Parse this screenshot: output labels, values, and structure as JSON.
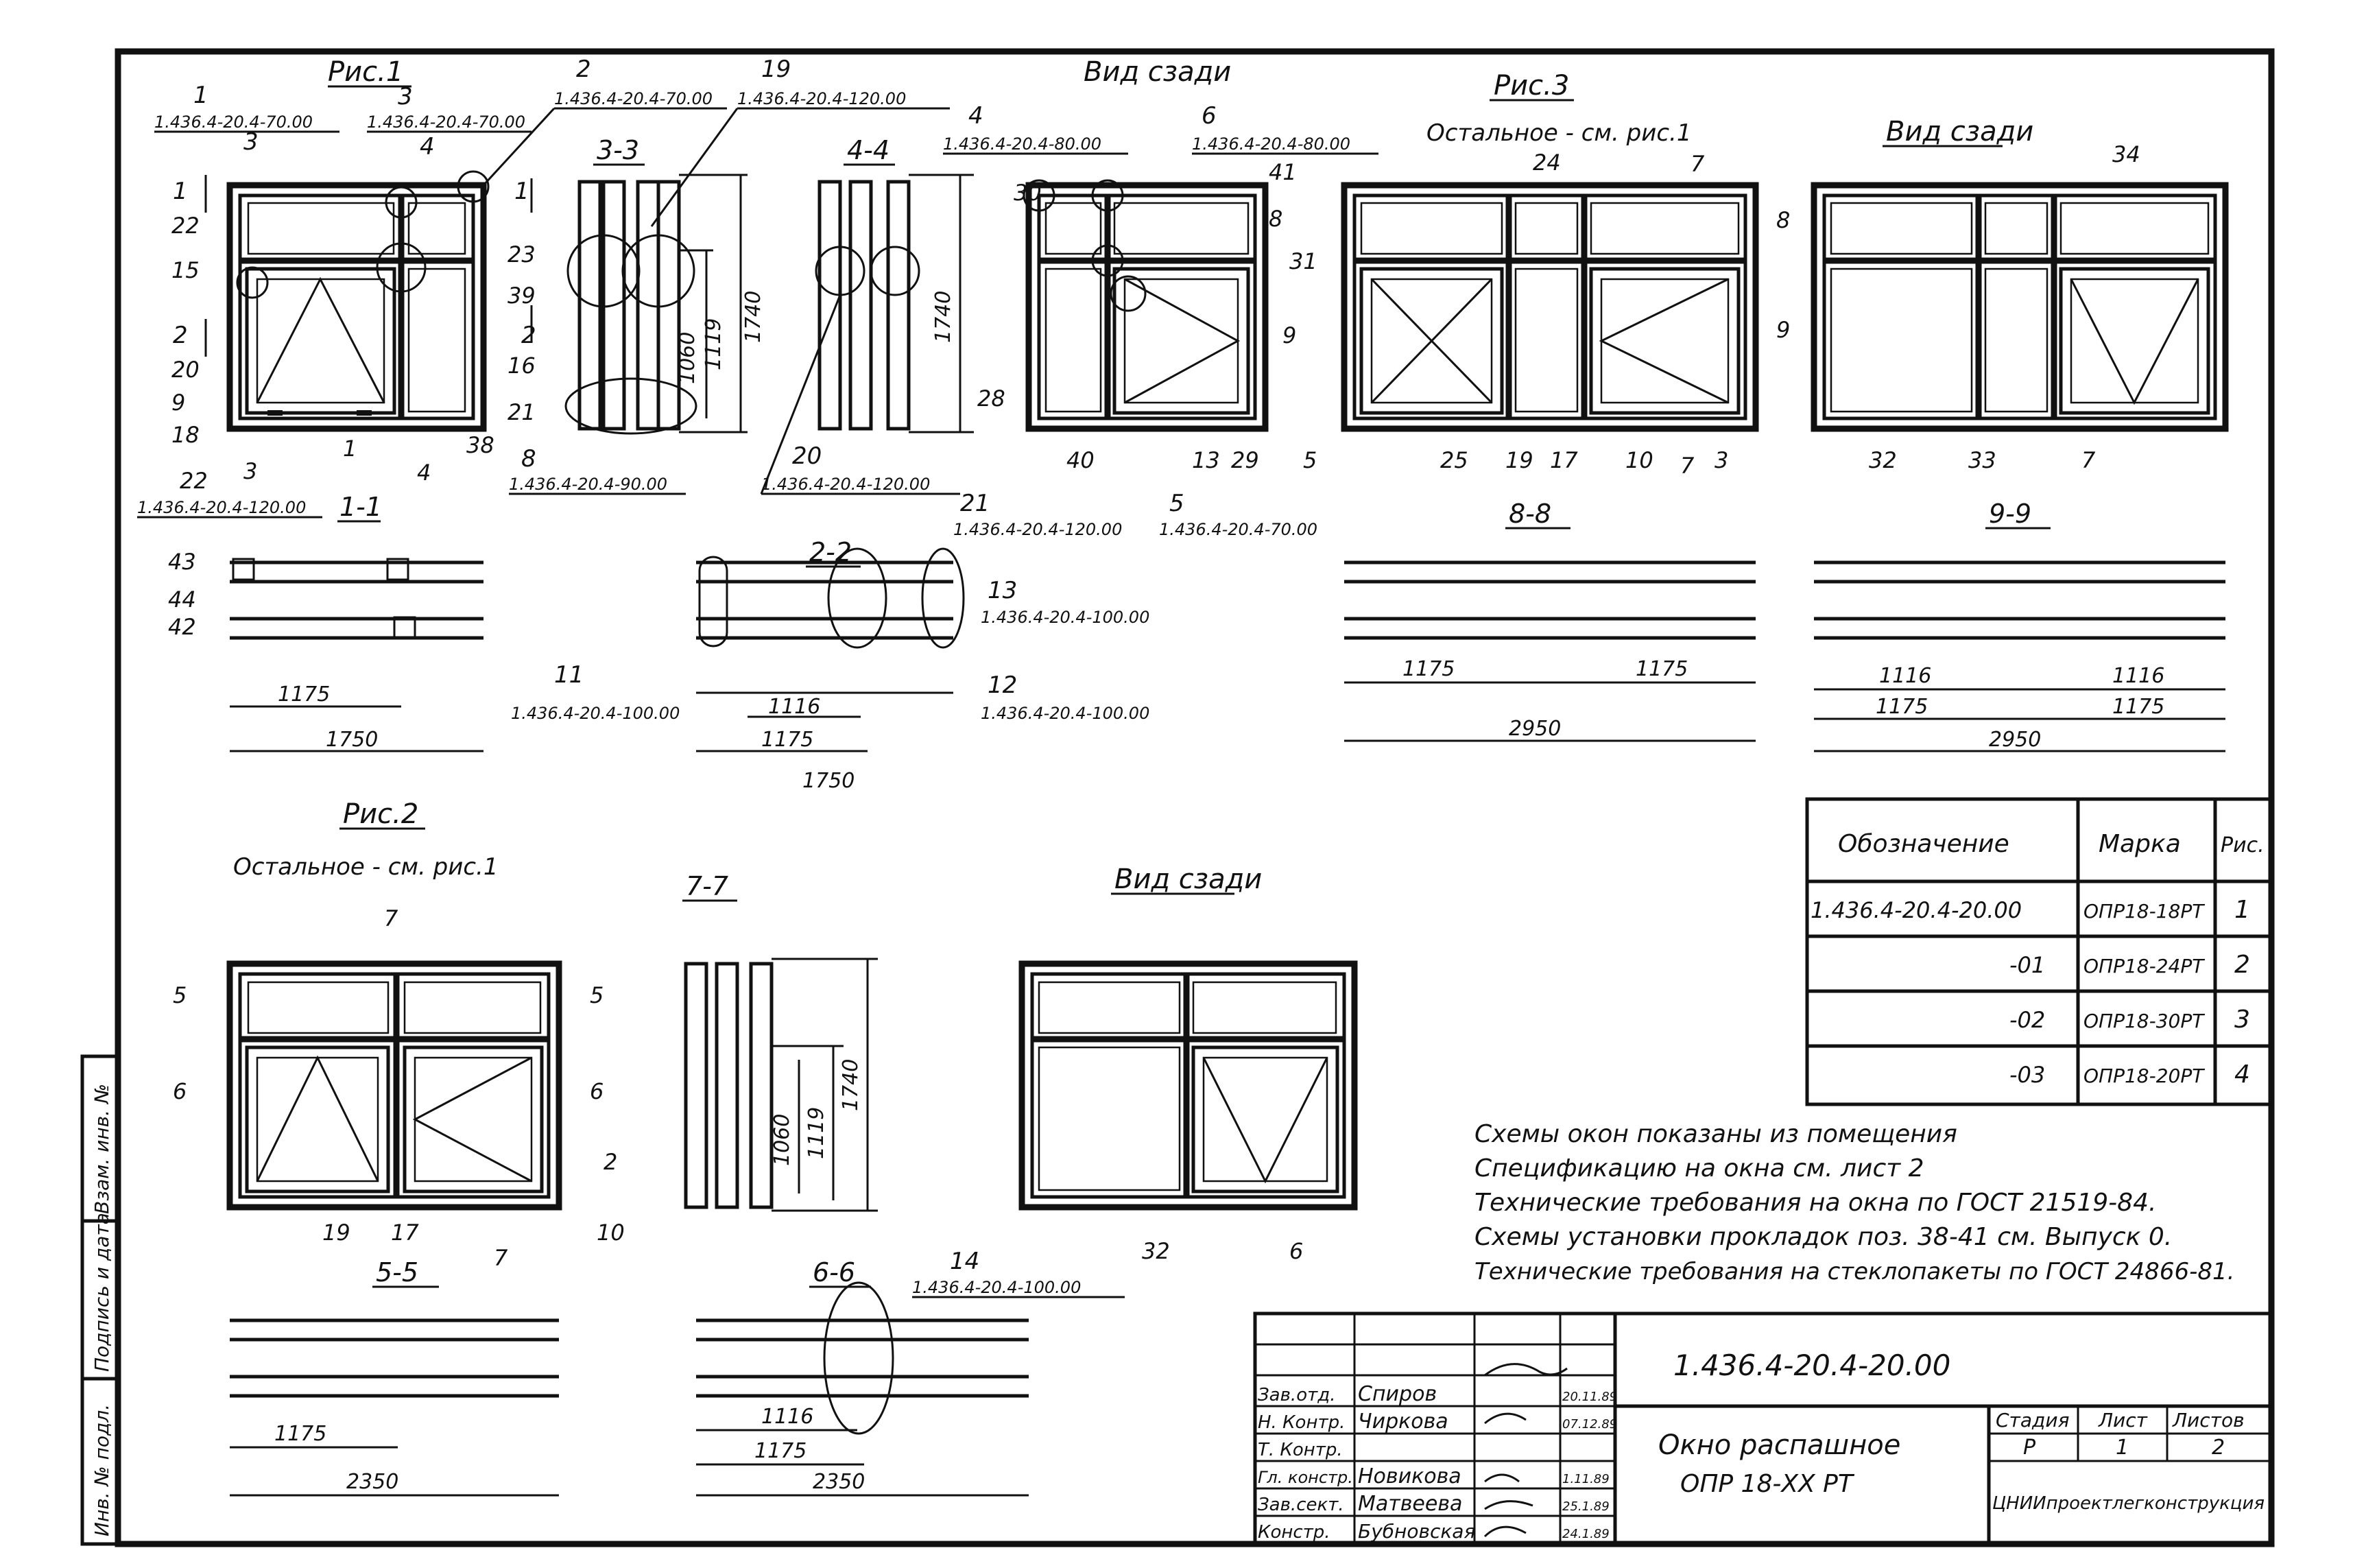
{
  "views": {
    "fig1_title": "Рис.1",
    "fig2_title": "Рис.2",
    "fig3_title": "Рис.3",
    "back_view_1": "Вид сзади",
    "back_view_2": "Вид сзади",
    "back_view_3": "Вид сзади",
    "rest_note_2": "Остальное - см. рис.1",
    "rest_note_3": "Остальное - см. рис.1"
  },
  "sections": {
    "s11": "1-1",
    "s22": "2-2",
    "s33": "3-3",
    "s44": "4-4",
    "s55": "5-5",
    "s66": "6-6",
    "s77": "7-7",
    "s88": "8-8",
    "s99": "9-9"
  },
  "callouts": {
    "c1": {
      "num": "1",
      "code": "1.436.4-20.4-70.00"
    },
    "c2": {
      "num": "2",
      "code": "1.436.4-20.4-70.00"
    },
    "c3": {
      "num": "3",
      "code": "1.436.4-20.4-70.00"
    },
    "c19": {
      "num": "19",
      "code": "1.436.4-20.4-120.00"
    },
    "c4": {
      "num": "4",
      "code": "1.436.4-20.4-80.00"
    },
    "c6": {
      "num": "6",
      "code": "1.436.4-20.4-80.00"
    },
    "c8": {
      "num": "8",
      "code": "1.436.4-20.4-90.00"
    },
    "c22": {
      "num": "22",
      "code": "1.436.4-20.4-120.00"
    },
    "c20": {
      "num": "20",
      "code": "1.436.4-20.4-120.00"
    },
    "c21": {
      "num": "21",
      "code": "1.436.4-20.4-120.00"
    },
    "c5": {
      "num": "5",
      "code": "1.436.4-20.4-70.00"
    },
    "c13": {
      "num": "13",
      "code": "1.436.4-20.4-100.00"
    },
    "c11": {
      "num": "11",
      "code": "1.436.4-20.4-100.00"
    },
    "c12": {
      "num": "12",
      "code": "1.436.4-20.4-100.00"
    },
    "c14": {
      "num": "14",
      "code": "1.436.4-20.4-100.00"
    }
  },
  "dims": {
    "d1175": "1175",
    "d1750": "1750",
    "d1116": "1116",
    "d2950": "2950",
    "d2350": "2350",
    "d1740": "1740",
    "d1119": "1119",
    "d1060": "1060"
  },
  "marks_table": {
    "headers": [
      "Обозначение",
      "Марка",
      "Рис."
    ],
    "rows": [
      [
        "1.436.4-20.4-20.00",
        "ОПР18-18РТ",
        "1"
      ],
      [
        "-01",
        "ОПР18-24РТ",
        "2"
      ],
      [
        "-02",
        "ОПР18-30РТ",
        "3"
      ],
      [
        "-03",
        "ОПР18-20РТ",
        "4"
      ]
    ]
  },
  "notes": [
    "Схемы окон показаны из помещения",
    "Спецификацию на окна см. лист 2",
    "Технические требования на окна по ГОСТ 21519-84.",
    "Схемы установки прокладок поз. 38-41 см. Выпуск 0.",
    "Технические требования на стеклопакеты по ГОСТ 24866-81."
  ],
  "title_block": {
    "doc_code": "1.436.4-20.4-20.00",
    "name_line1": "Окно распашное",
    "name_line2": "ОПР 18-ХХ РТ",
    "stage_label": "Стадия",
    "sheet_label": "Лист",
    "sheets_label": "Листов",
    "stage": "Р",
    "sheet": "1",
    "sheets": "2",
    "org": "ЦНИИпроектлегконструкция",
    "people": [
      {
        "role": "Зав.отд.",
        "name": "Спиров",
        "date": "20.11.89"
      },
      {
        "role": "Н. Контр.",
        "name": "Чиркова",
        "date": "07.12.89"
      },
      {
        "role": "Т. Контр.",
        "name": "",
        "date": ""
      },
      {
        "role": "Гл. констр.",
        "name": "Новикова",
        "date": "1.11.89"
      },
      {
        "role": "Зав.сект.",
        "name": "Матвеева",
        "date": "25.1.89"
      },
      {
        "role": "Констр.",
        "name": "Бубновская",
        "date": "24.1.89"
      }
    ]
  },
  "side_stamp": [
    "Инв. № подл.",
    "Подпись и дата",
    "Взам. инв. №"
  ]
}
